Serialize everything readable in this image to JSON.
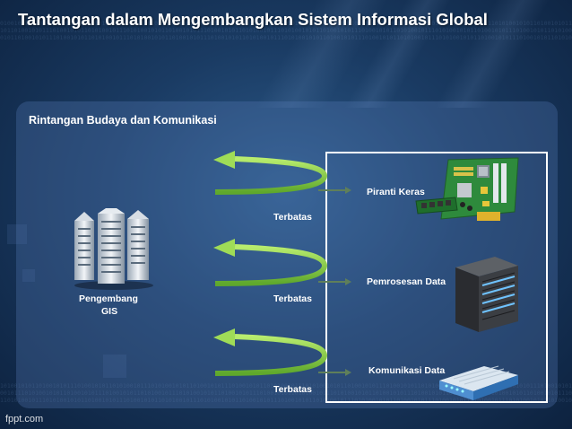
{
  "slide": {
    "title": "Tantangan dalam Mengembangkan Sistem Informasi Global",
    "subtitle": "Rintangan Budaya dan Komunikasi"
  },
  "actor": {
    "line1": "Pengembang",
    "line2": "GIS",
    "icon": "office-buildings-icon"
  },
  "rows": [
    {
      "connector_label": "Terbatas",
      "device_label": "Piranti Keras",
      "icon": "circuit-board-icon"
    },
    {
      "connector_label": "Terbatas",
      "device_label": "Pemrosesan Data",
      "icon": "server-tower-icon"
    },
    {
      "connector_label": "Terbatas",
      "device_label": "Komunikasi Data",
      "icon": "modem-icon"
    }
  ],
  "footer": {
    "brand": "fppt.com"
  },
  "colors": {
    "arrow": "#8fd14f",
    "connector": "#5f7f5a",
    "frame": "#ffffff"
  }
}
